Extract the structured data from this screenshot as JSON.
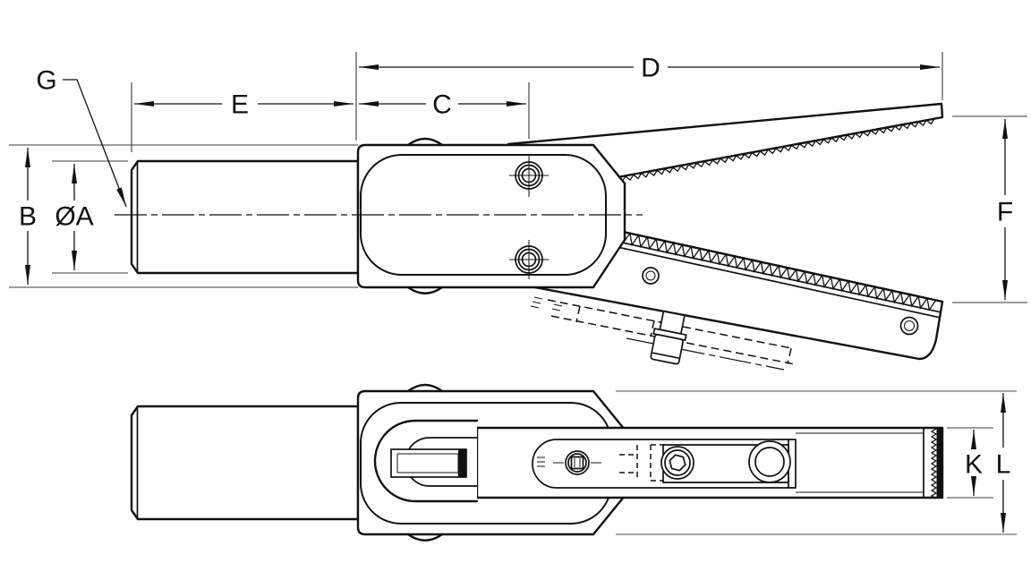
{
  "drawing": {
    "background": "#ffffff",
    "line_color": "#111111",
    "gray_line_color": "#9a9a9a",
    "labels": {
      "chamfer_callout": "G",
      "shank_length": "E",
      "body_length": "C",
      "overall_length": "D",
      "body_height": "B",
      "shank_diameter": "ØA",
      "jaw_opening": "F",
      "bar_width": "K",
      "overall_width": "L"
    }
  }
}
